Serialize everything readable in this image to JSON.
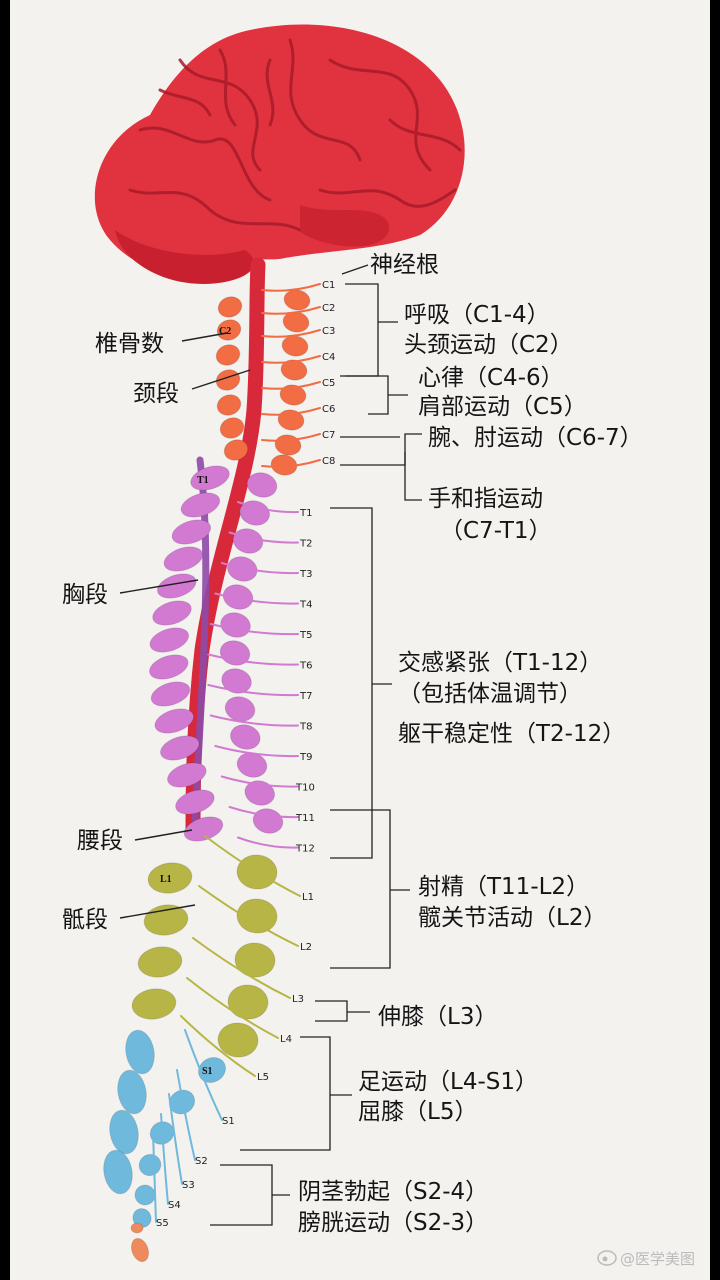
{
  "colors": {
    "background": "#f3f2ef",
    "brain": "#e1333f",
    "cervical": "#f26c44",
    "thoracic": "#d27ad2",
    "lumbar": "#b7b545",
    "sacral": "#6fb9dc",
    "coccyx": "#ee8a5b",
    "cord": "#d8293a"
  },
  "labels": {
    "nerve_root": "神经根",
    "vertebra_count": "椎骨数",
    "cervical": "颈段",
    "thoracic": "胸段",
    "lumbar": "腰段",
    "sacral": "骶段"
  },
  "functions": {
    "breathing": "呼吸（C1-4）",
    "head_neck": "头颈运动（C2）",
    "heart": "心律（C4-6）",
    "shoulder": "肩部运动（C5）",
    "wrist_elbow": "腕、肘运动（C6-7）",
    "hand_line1": "手和指运动",
    "hand_line2": "（C7-T1）",
    "sympathetic_line1": "交感紧张（T1-12）",
    "sympathetic_line2": "（包括体温调节）",
    "trunk": "躯干稳定性（T2-12）",
    "ejaculation": "射精（T11-L2）",
    "hip": "髋关节活动（L2）",
    "knee_ext": "伸膝（L3）",
    "foot": "足运动（L4-S1）",
    "knee_flex": "屈膝（L5）",
    "erection": "阴茎勃起（S2-4）",
    "bladder": "膀胱运动（S2-3）"
  },
  "vertebra_label": "C2",
  "left_labels": [
    "T1",
    "L1"
  ],
  "sacral_body_label": "S1",
  "nerves": {
    "cervical": [
      "C1",
      "C2",
      "C3",
      "C4",
      "C5",
      "C6",
      "C7",
      "C8"
    ],
    "thoracic": [
      "T1",
      "T2",
      "T3",
      "T4",
      "T5",
      "T6",
      "T7",
      "T8",
      "T9",
      "T10",
      "T11",
      "T12"
    ],
    "lumbar": [
      "L1",
      "L2",
      "L3",
      "L4",
      "L5"
    ],
    "sacral": [
      "S1",
      "S2",
      "S3",
      "S4",
      "S5"
    ]
  },
  "watermark": "@医学美图",
  "icons": {
    "watermark_logo": "weibo-icon"
  }
}
